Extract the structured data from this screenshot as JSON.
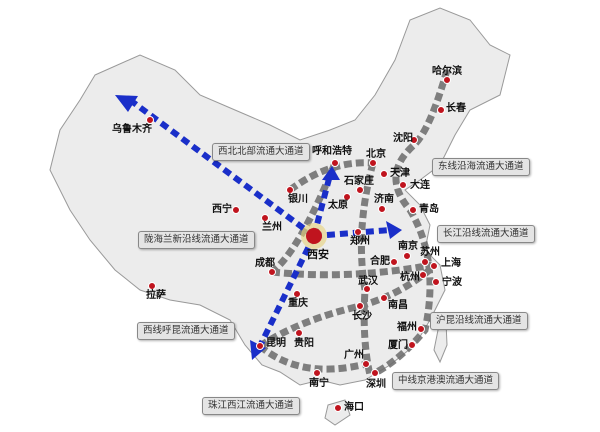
{
  "colors": {
    "corridor": "#6b6b6b",
    "arrow": "#1a2fc9",
    "city_dot": "#c0141e",
    "land": "#ececec",
    "border": "#888888"
  },
  "hub": {
    "name": "西安"
  },
  "cities": [
    {
      "name": "哈尔滨"
    },
    {
      "name": "长春"
    },
    {
      "name": "沈阳"
    },
    {
      "name": "大连"
    },
    {
      "name": "北京"
    },
    {
      "name": "天津"
    },
    {
      "name": "呼和浩特"
    },
    {
      "name": "石家庄"
    },
    {
      "name": "太原"
    },
    {
      "name": "济南"
    },
    {
      "name": "青岛"
    },
    {
      "name": "郑州"
    },
    {
      "name": "南京"
    },
    {
      "name": "合肥"
    },
    {
      "name": "苏州"
    },
    {
      "name": "上海"
    },
    {
      "name": "杭州"
    },
    {
      "name": "宁波"
    },
    {
      "name": "武汉"
    },
    {
      "name": "南昌"
    },
    {
      "name": "长沙"
    },
    {
      "name": "福州"
    },
    {
      "name": "厦门"
    },
    {
      "name": "广州"
    },
    {
      "name": "深圳"
    },
    {
      "name": "南宁"
    },
    {
      "name": "海口"
    },
    {
      "name": "昆明"
    },
    {
      "name": "贵阳"
    },
    {
      "name": "重庆"
    },
    {
      "name": "成都"
    },
    {
      "name": "拉萨"
    },
    {
      "name": "西宁"
    },
    {
      "name": "兰州"
    },
    {
      "name": "银川"
    },
    {
      "name": "乌鲁木齐"
    }
  ],
  "callouts": [
    {
      "label": "西北北部流通大通道"
    },
    {
      "label": "东线沿海流通大通道"
    },
    {
      "label": "陇海兰新沿线流通大通道"
    },
    {
      "label": "长江沿线流通大通道"
    },
    {
      "label": "西线呼昆流通大通道"
    },
    {
      "label": "沪昆沿线流通大通道"
    },
    {
      "label": "珠江西江流通大通道"
    },
    {
      "label": "中线京港澳流通大通道"
    }
  ]
}
